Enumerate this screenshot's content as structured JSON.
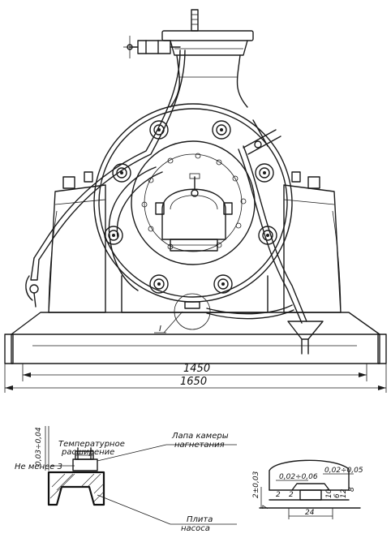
{
  "main_view": {
    "dim_inner": "1450",
    "dim_outer": "1650",
    "detail_marker": "I"
  },
  "detail_left": {
    "tolerance": "0,03÷0,04",
    "label_thermal_line1": "Температурное",
    "label_thermal_line2": "расширение",
    "label_min": "Не менее 3",
    "label_paw_line1": "Лапа камеры",
    "label_paw_line2": "нагнетания",
    "label_plate_line1": "Плита",
    "label_plate_line2": "насоса"
  },
  "detail_right": {
    "tol_a": "0,02÷0,06",
    "tol_b": "0,02÷0,05",
    "dim_vert": "2±0,03",
    "dim_small_a": "2",
    "dim_small_b": "2",
    "dim_small_c": "6",
    "dim_ten_a": "10",
    "dim_ten_b": "12",
    "dim_right": "8",
    "dim_left": "7",
    "dim_bottom": "24"
  }
}
